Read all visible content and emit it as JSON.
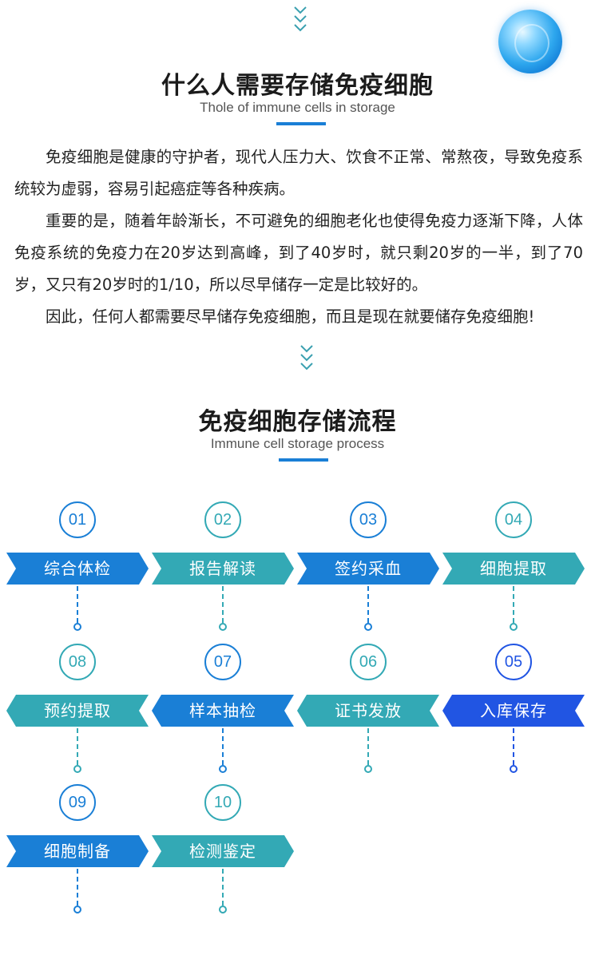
{
  "section1": {
    "title": "什么人需要存储免疫细胞",
    "subtitle": "Thole of immune cells in storage",
    "paragraph1": "免疫细胞是健康的守护者，现代人压力大、饮食不正常、常熬夜，导致免疫系统较为虚弱，容易引起癌症等各种疾病。",
    "paragraph2": "重要的是，随着年龄渐长，不可避免的细胞老化也使得免疫力逐渐下降，人体免疫系统的免疫力在20岁达到高峰，到了40岁时，就只剩20岁的一半，到了70岁，又只有20岁时的1/10，所以尽早储存一定是比较好的。",
    "paragraph3": "因此，任何人都需要尽早储存免疫细胞，而且是现在就要储存免疫细胞!"
  },
  "section2": {
    "title": "免疫细胞存储流程",
    "subtitle": "Immune cell storage process"
  },
  "steps": [
    {
      "num": "01",
      "label": "综合体检",
      "color": "#1a7fd6"
    },
    {
      "num": "02",
      "label": "报告解读",
      "color": "#33a9b5"
    },
    {
      "num": "03",
      "label": "签约采血",
      "color": "#1a7fd6"
    },
    {
      "num": "04",
      "label": "细胞提取",
      "color": "#33a9b5"
    },
    {
      "num": "05",
      "label": "入库保存",
      "color": "#2155e3"
    },
    {
      "num": "06",
      "label": "证书发放",
      "color": "#33a9b5"
    },
    {
      "num": "07",
      "label": "样本抽检",
      "color": "#1a7fd6"
    },
    {
      "num": "08",
      "label": "预约提取",
      "color": "#33a9b5"
    },
    {
      "num": "09",
      "label": "细胞制备",
      "color": "#1a7fd6"
    },
    {
      "num": "10",
      "label": "检测鉴定",
      "color": "#33a9b5"
    }
  ],
  "colors": {
    "accent": "#1a7fd6",
    "teal": "#33a9b5",
    "deep_blue": "#2155e3"
  }
}
